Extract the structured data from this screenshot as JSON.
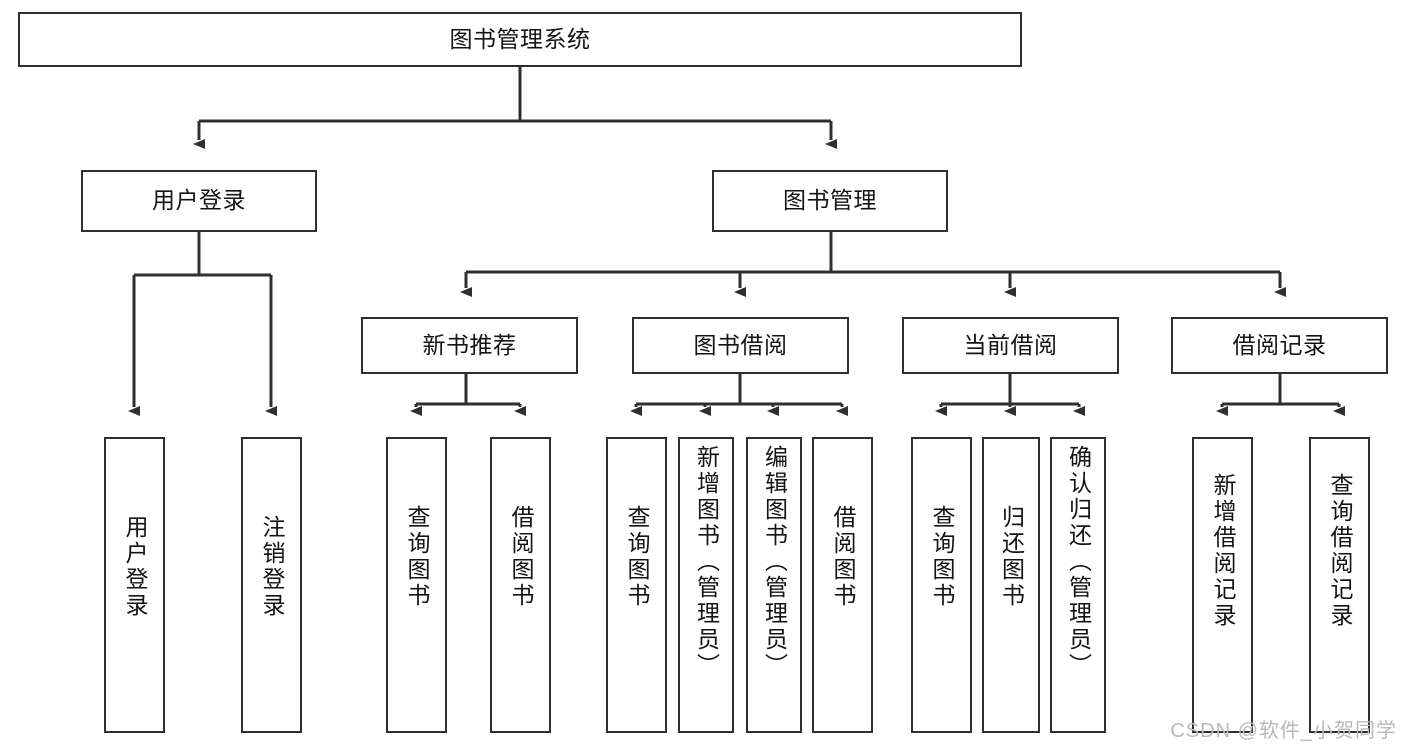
{
  "diagram": {
    "type": "hierarchy-tree",
    "title": "图书管理系统",
    "orientation": "top-down",
    "colors": {
      "box_border": "#2f2f2f",
      "box_fill": "#ffffff",
      "edge": "#2f2f2f",
      "text": "#141414",
      "watermark": "#b9b9b9"
    },
    "levels": {
      "level1": [
        {
          "id": "root",
          "label": "图书管理系统"
        }
      ],
      "level2": [
        {
          "id": "user-login",
          "label": "用户登录",
          "parent": "root"
        },
        {
          "id": "book-manage",
          "label": "图书管理",
          "parent": "root"
        }
      ],
      "level3": [
        {
          "id": "new-book-recommend",
          "label": "新书推荐",
          "parent": "book-manage"
        },
        {
          "id": "book-borrow",
          "label": "图书借阅",
          "parent": "book-manage"
        },
        {
          "id": "current-borrow",
          "label": "当前借阅",
          "parent": "book-manage"
        },
        {
          "id": "borrow-record",
          "label": "借阅记录",
          "parent": "book-manage"
        }
      ],
      "level4": [
        {
          "id": "leaf-user-login",
          "label": "用户登录",
          "parent": "user-login"
        },
        {
          "id": "leaf-user-logout",
          "label": "注销登录",
          "parent": "user-login"
        },
        {
          "id": "leaf-query-book-1",
          "label": "查询图书",
          "parent": "new-book-recommend"
        },
        {
          "id": "leaf-borrow-book-1",
          "label": "借阅图书",
          "parent": "new-book-recommend"
        },
        {
          "id": "leaf-query-book-2",
          "label": "查询图书",
          "parent": "book-borrow"
        },
        {
          "id": "leaf-add-book",
          "label": "新增图书（管理员）",
          "parent": "book-borrow"
        },
        {
          "id": "leaf-edit-book",
          "label": "编辑图书（管理员）",
          "parent": "book-borrow"
        },
        {
          "id": "leaf-borrow-book-2",
          "label": "借阅图书",
          "parent": "book-borrow"
        },
        {
          "id": "leaf-query-book-3",
          "label": "查询图书",
          "parent": "current-borrow"
        },
        {
          "id": "leaf-return-book",
          "label": "归还图书",
          "parent": "current-borrow"
        },
        {
          "id": "leaf-confirm-return",
          "label": "确认归还（管理员）",
          "parent": "current-borrow"
        },
        {
          "id": "leaf-add-record",
          "label": "新增借阅记录",
          "parent": "borrow-record"
        },
        {
          "id": "leaf-query-record",
          "label": "查询借阅记录",
          "parent": "borrow-record"
        }
      ]
    }
  },
  "watermark": {
    "text": "CSDN @软件_小贺同学"
  }
}
